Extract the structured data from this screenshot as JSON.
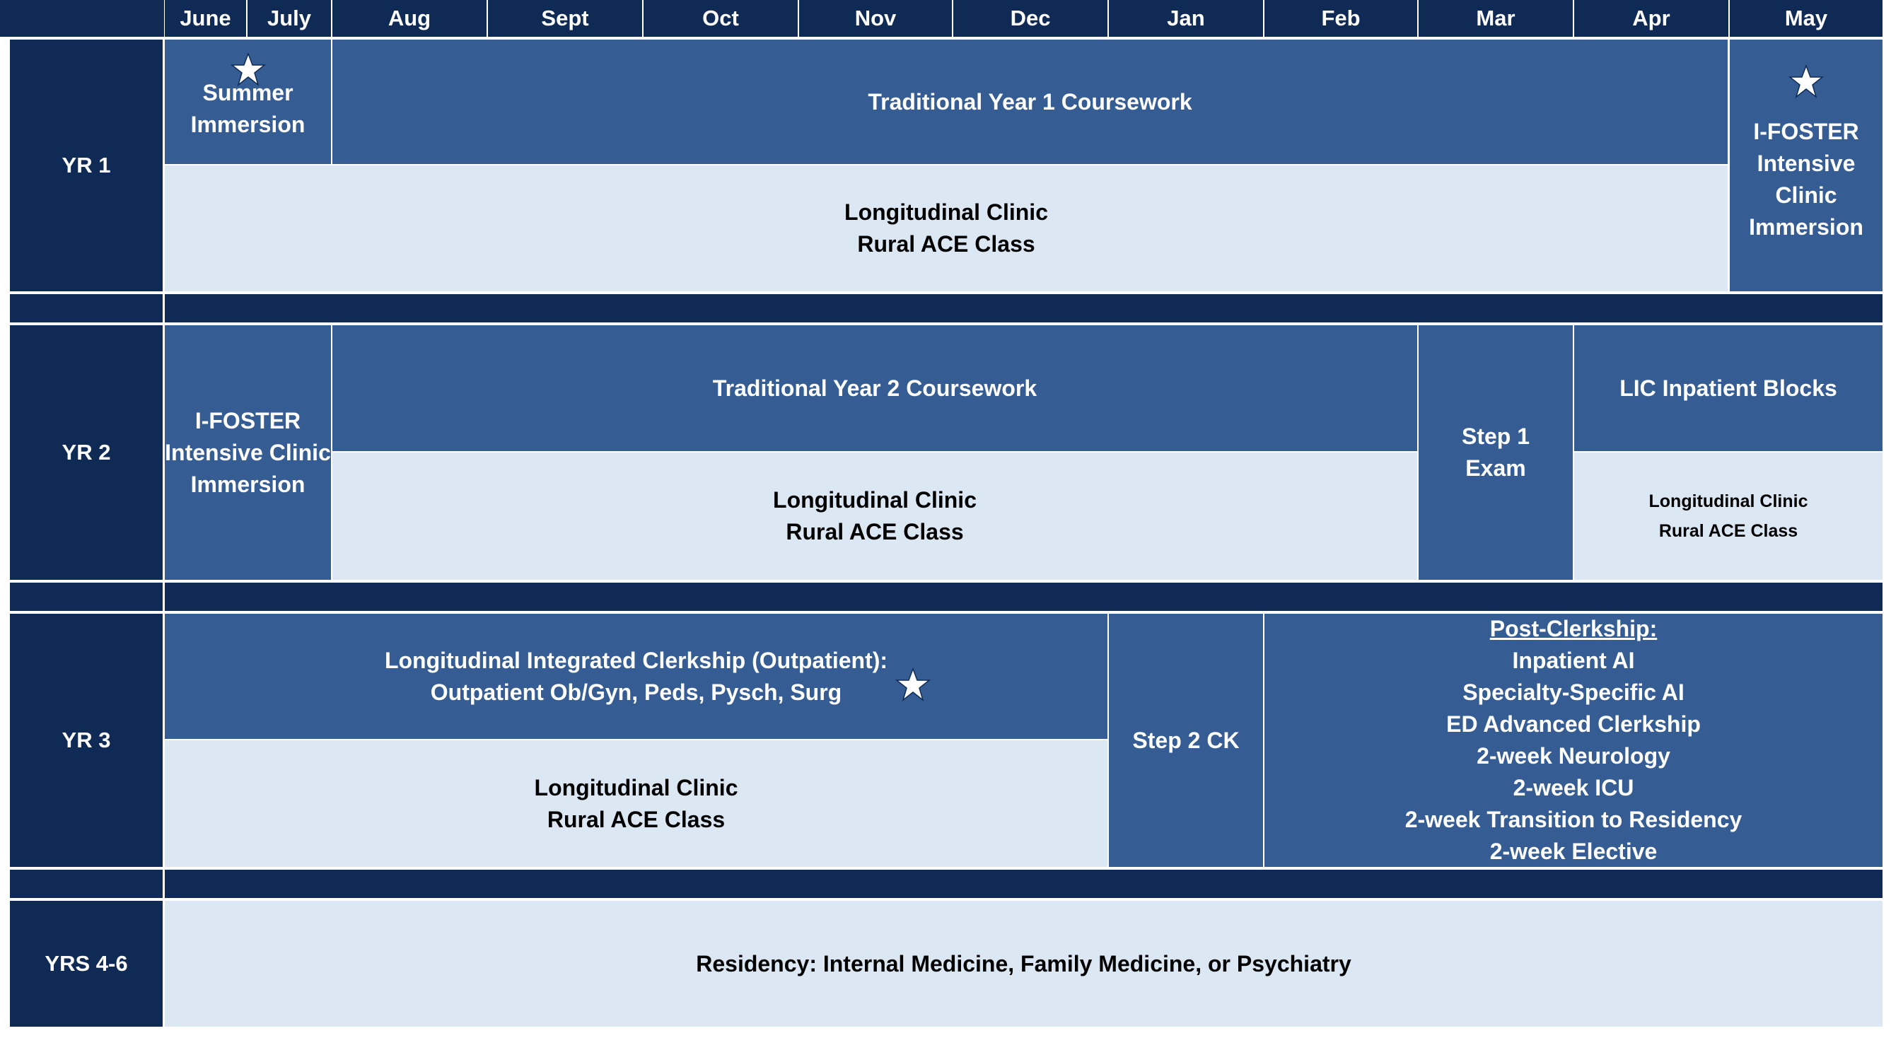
{
  "months": [
    "June",
    "July",
    "Aug",
    "Sept",
    "Oct",
    "Nov",
    "Dec",
    "Jan",
    "Feb",
    "Mar",
    "Apr",
    "May"
  ],
  "years": {
    "yr1": "YR 1",
    "yr2": "YR 2",
    "yr3": "YR 3",
    "yr46": "YRS 4-6"
  },
  "yr1": {
    "summer": [
      "Summer",
      "Immersion"
    ],
    "coursework": "Traditional Year 1 Coursework",
    "clinic": [
      "Longitudinal Clinic",
      "Rural ACE Class"
    ],
    "ifoster": [
      "I-FOSTER",
      "Intensive",
      "Clinic",
      "Immersion"
    ]
  },
  "yr2": {
    "ifoster": [
      "I-FOSTER",
      "Intensive Clinic",
      "Immersion"
    ],
    "coursework": "Traditional Year 2 Coursework",
    "clinic": [
      "Longitudinal Clinic",
      "Rural ACE Class"
    ],
    "step1": [
      "Step 1",
      "Exam"
    ],
    "lic_blocks": "LIC Inpatient Blocks",
    "lic_clinic": [
      "Longitudinal Clinic",
      "Rural ACE Class"
    ]
  },
  "yr3": {
    "lic": [
      "Longitudinal Integrated Clerkship (Outpatient):",
      "Outpatient Ob/Gyn, Peds, Pysch, Surg"
    ],
    "clinic": [
      "Longitudinal Clinic",
      "Rural ACE Class"
    ],
    "step2": "Step 2 CK",
    "post_title": "Post-Clerkship:",
    "post_items": [
      "Inpatient AI",
      "Specialty-Specific AI",
      "ED Advanced Clerkship",
      "2-week Neurology",
      "2-week ICU",
      "2-week Transition to Residency",
      "2-week Elective"
    ]
  },
  "yr46": {
    "residency": "Residency: Internal Medicine, Family Medicine, or Psychiatry"
  },
  "colors": {
    "navy": "#0f2b55",
    "mid_blue": "#355d94",
    "light_blue": "#dce7f4",
    "star_fill": "#ffffff"
  },
  "icons": {
    "milestone": "star-icon"
  }
}
